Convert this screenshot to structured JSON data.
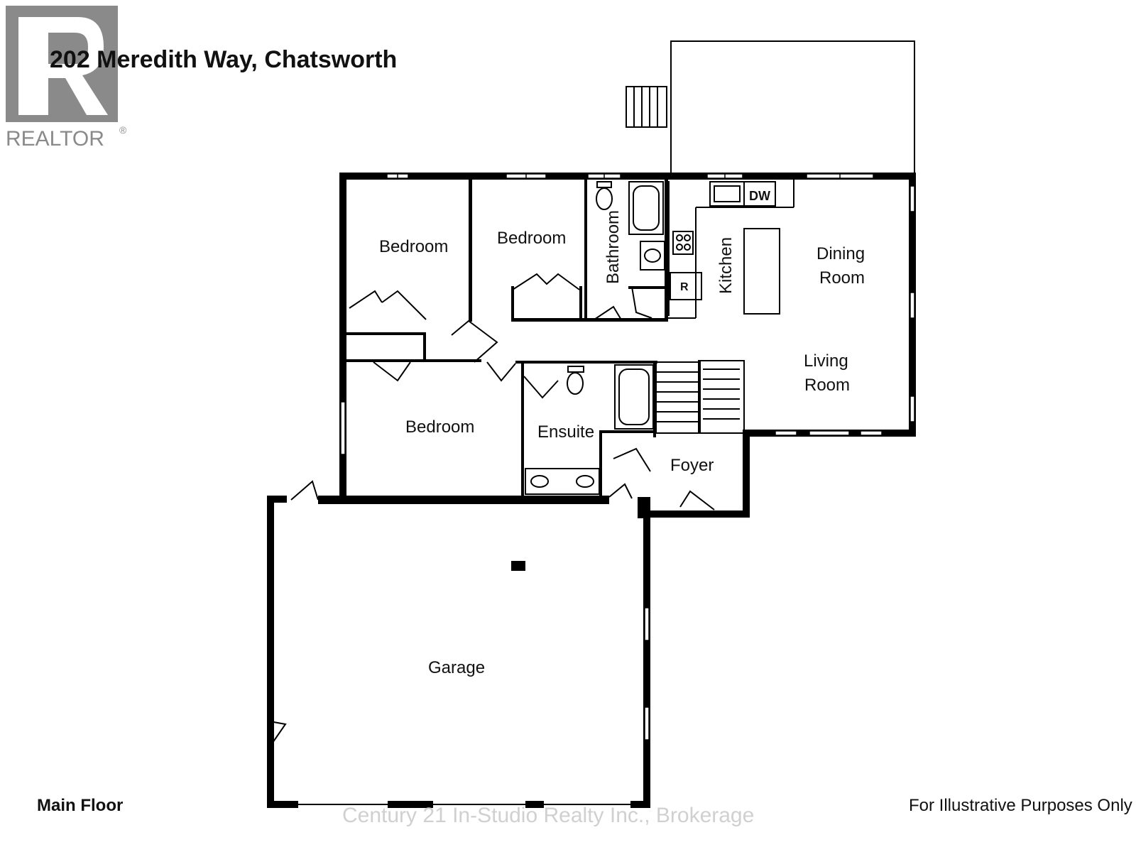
{
  "header": {
    "title": "202 Meredith Way, Chatsworth"
  },
  "logo": {
    "text": "REALTOR",
    "mark": "®",
    "color": "#8a8a8a"
  },
  "rooms": {
    "bedroom_1": "Bedroom",
    "bedroom_2": "Bedroom",
    "bedroom_3": "Bedroom",
    "bathroom": "Bathroom",
    "kitchen": "Kitchen",
    "dining_line1": "Dining",
    "dining_line2": "Room",
    "living_line1": "Living",
    "living_line2": "Room",
    "ensuite": "Ensuite",
    "foyer": "Foyer",
    "garage": "Garage"
  },
  "fixtures": {
    "dishwasher": "DW",
    "refrigerator": "R"
  },
  "footer": {
    "floor_label": "Main Floor",
    "disclaimer": "For Illustrative Purposes Only",
    "watermark": "Century 21 In-Studio Realty Inc., Brokerage"
  }
}
